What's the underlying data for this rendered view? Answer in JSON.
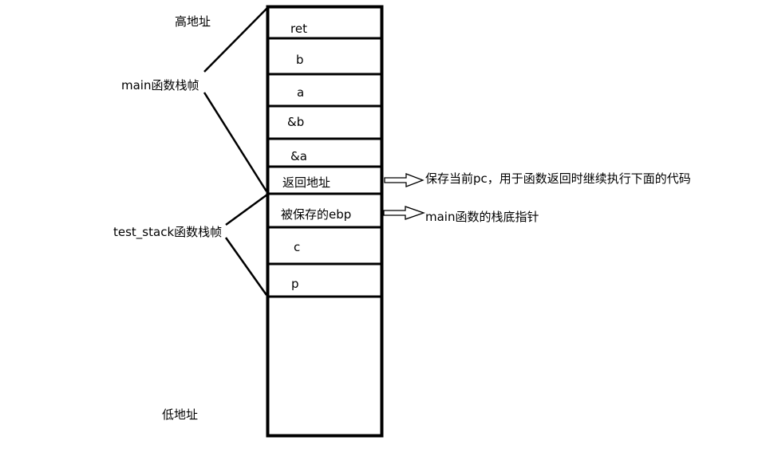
{
  "addresses": {
    "high": "高地址",
    "low": "低地址"
  },
  "frames": {
    "main": "main函数栈帧",
    "test_stack": "test_stack函数栈帧"
  },
  "cells": [
    {
      "label": "ret"
    },
    {
      "label": "b"
    },
    {
      "label": "a"
    },
    {
      "label": "&b"
    },
    {
      "label": "&a"
    },
    {
      "label": "返回地址"
    },
    {
      "label": "被保存的ebp"
    },
    {
      "label": "c"
    },
    {
      "label": "p"
    }
  ],
  "notes": {
    "return_address": "保存当前pc，用于函数返回时继续执行下面的代码",
    "saved_ebp": "main函数的栈底指针"
  },
  "colors": {
    "stroke": "#000000",
    "background": "#ffffff"
  }
}
